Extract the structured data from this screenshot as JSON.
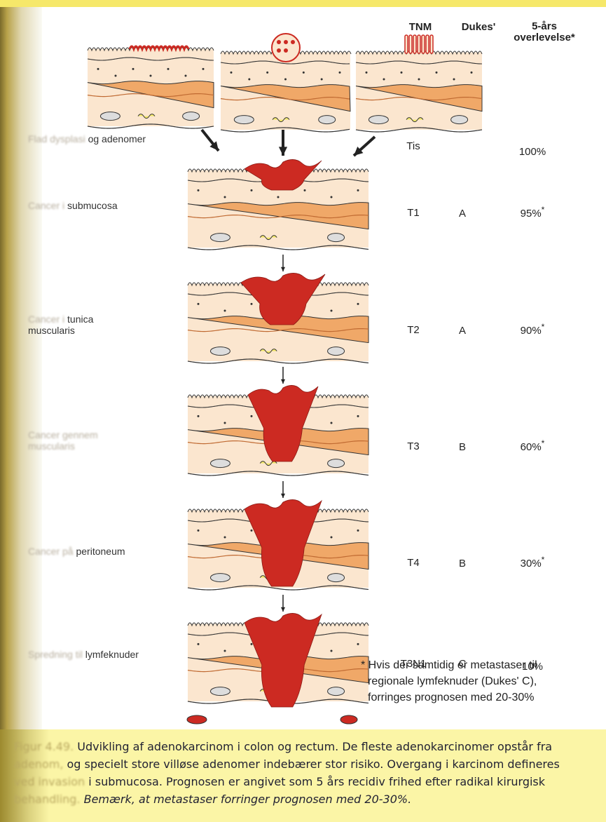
{
  "headers": {
    "tnm": "TNM",
    "dukes": "Dukes'",
    "survival": "5-års overlevelse*"
  },
  "stages": [
    {
      "label_blur": "Flad dysplasi",
      "label": " og adenomer",
      "tnm": "Tis",
      "dukes": "",
      "survival": "100%",
      "asterisk": ""
    },
    {
      "label_blur": "Cancer i",
      "label": " submucosa",
      "tnm": "T1",
      "dukes": "A",
      "survival": "95%",
      "asterisk": "*"
    },
    {
      "label_blur": "Cancer i",
      "label": " tunica muscularis",
      "tnm": "T2",
      "dukes": "A",
      "survival": "90%",
      "asterisk": "*"
    },
    {
      "label_blur": "Cancer gennem muscularis",
      "label": "",
      "tnm": "T3",
      "dukes": "B",
      "survival": "60%",
      "asterisk": "*"
    },
    {
      "label_blur": "Cancer på",
      "label": " peritoneum",
      "tnm": "T4",
      "dukes": "B",
      "survival": "30%",
      "asterisk": "*"
    },
    {
      "label_blur": "Spredning til",
      "label": " lymfeknuder",
      "tnm": "T3N1",
      "dukes": "C",
      "survival": "10%",
      "asterisk": ""
    }
  ],
  "footnote": {
    "line1": "* Hvis der samtidig er metastaser til",
    "line2": "regionale lymfeknuder (Dukes' C),",
    "line3": "forringes prognosen med 20-30%"
  },
  "caption": {
    "fig_label": "Figur 4.49.",
    "line1": " Udvikling af adenokarcinom i colon og rectum. De fleste adenokarcinomer opstår fra",
    "line2_blur": "adenom,",
    "line2": " og specielt store villøse adenomer indebærer stor risiko. Overgang i karcinom defineres",
    "line3_blur": "ved invasion",
    "line3": " i submucosa. Prognosen er angivet som 5 års recidiv frihed efter radikal kirurgisk",
    "line4_blur": "behandling.",
    "line4": " Bemærk, at metastaser forringer prognosen med 20-30%."
  },
  "colors": {
    "tumor": "#cc2a22",
    "muscle": "#f0a868",
    "mucosa": "#fbe6cf",
    "caption_bg": "#fbf5a6"
  }
}
